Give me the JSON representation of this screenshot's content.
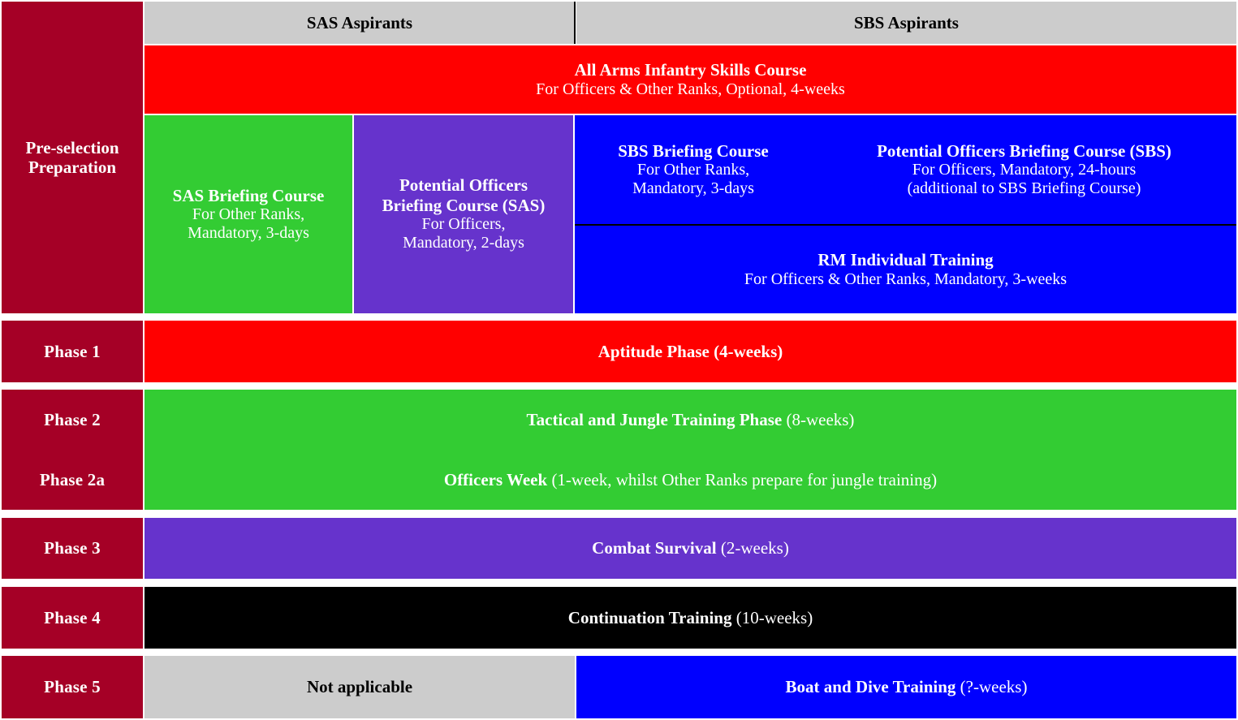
{
  "colors": {
    "crimson": "#A50026",
    "red": "#FF0000",
    "green": "#33CC33",
    "purple": "#6633CC",
    "blue": "#0000FF",
    "black": "#000000",
    "gray": "#CCCCCC",
    "white": "#FFFFFF"
  },
  "column_headers": {
    "sas": "SAS Aspirants",
    "sbs": "SBS Aspirants"
  },
  "preselection": {
    "row_label_line1": "Pre-selection",
    "row_label_line2": "Preparation",
    "all_arms": {
      "title": "All Arms Infantry Skills Course",
      "detail": "For Officers & Other Ranks, Optional, 4-weeks"
    },
    "sas_briefing": {
      "title": "SAS Briefing Course",
      "detail_line1": "For Other Ranks,",
      "detail_line2": "Mandatory, 3-days"
    },
    "sas_potential_officers": {
      "title_line1": "Potential Officers",
      "title_line2": "Briefing Course (SAS)",
      "detail_line1": "For Officers,",
      "detail_line2": "Mandatory, 2-days"
    },
    "sbs_briefing": {
      "title": "SBS Briefing Course",
      "detail_line1": "For Other Ranks,",
      "detail_line2": "Mandatory, 3-days"
    },
    "sbs_potential_officers": {
      "title": "Potential Officers Briefing Course (SBS)",
      "detail_line1": "For Officers, Mandatory, 24-hours",
      "detail_line2": "(additional to SBS Briefing Course)"
    },
    "rm_individual_training": {
      "title": "RM Individual Training",
      "detail": "For Officers & Other Ranks, Mandatory, 3-weeks"
    }
  },
  "phases": [
    {
      "label": "Phase 1",
      "title": "Aptitude Phase (4-weeks)",
      "title_bold": "Aptitude Phase (4-weeks)",
      "title_plain": ""
    },
    {
      "label": "Phase 2",
      "title_bold": "Tactical and Jungle Training Phase",
      "title_plain": " (8-weeks)"
    },
    {
      "label": "Phase 2a",
      "title_bold": "Officers Week",
      "title_plain": " (1-week, whilst Other Ranks prepare for jungle training)"
    },
    {
      "label": "Phase 3",
      "title_bold": "Combat Survival",
      "title_plain": " (2-weeks)"
    },
    {
      "label": "Phase 4",
      "title_bold": "Continuation Training",
      "title_plain": " (10-weeks)"
    },
    {
      "label": "Phase 5",
      "sas_text": "Not applicable",
      "sbs_title_bold": "Boat and Dive Training",
      "sbs_title_plain": " (?-weeks)"
    }
  ]
}
